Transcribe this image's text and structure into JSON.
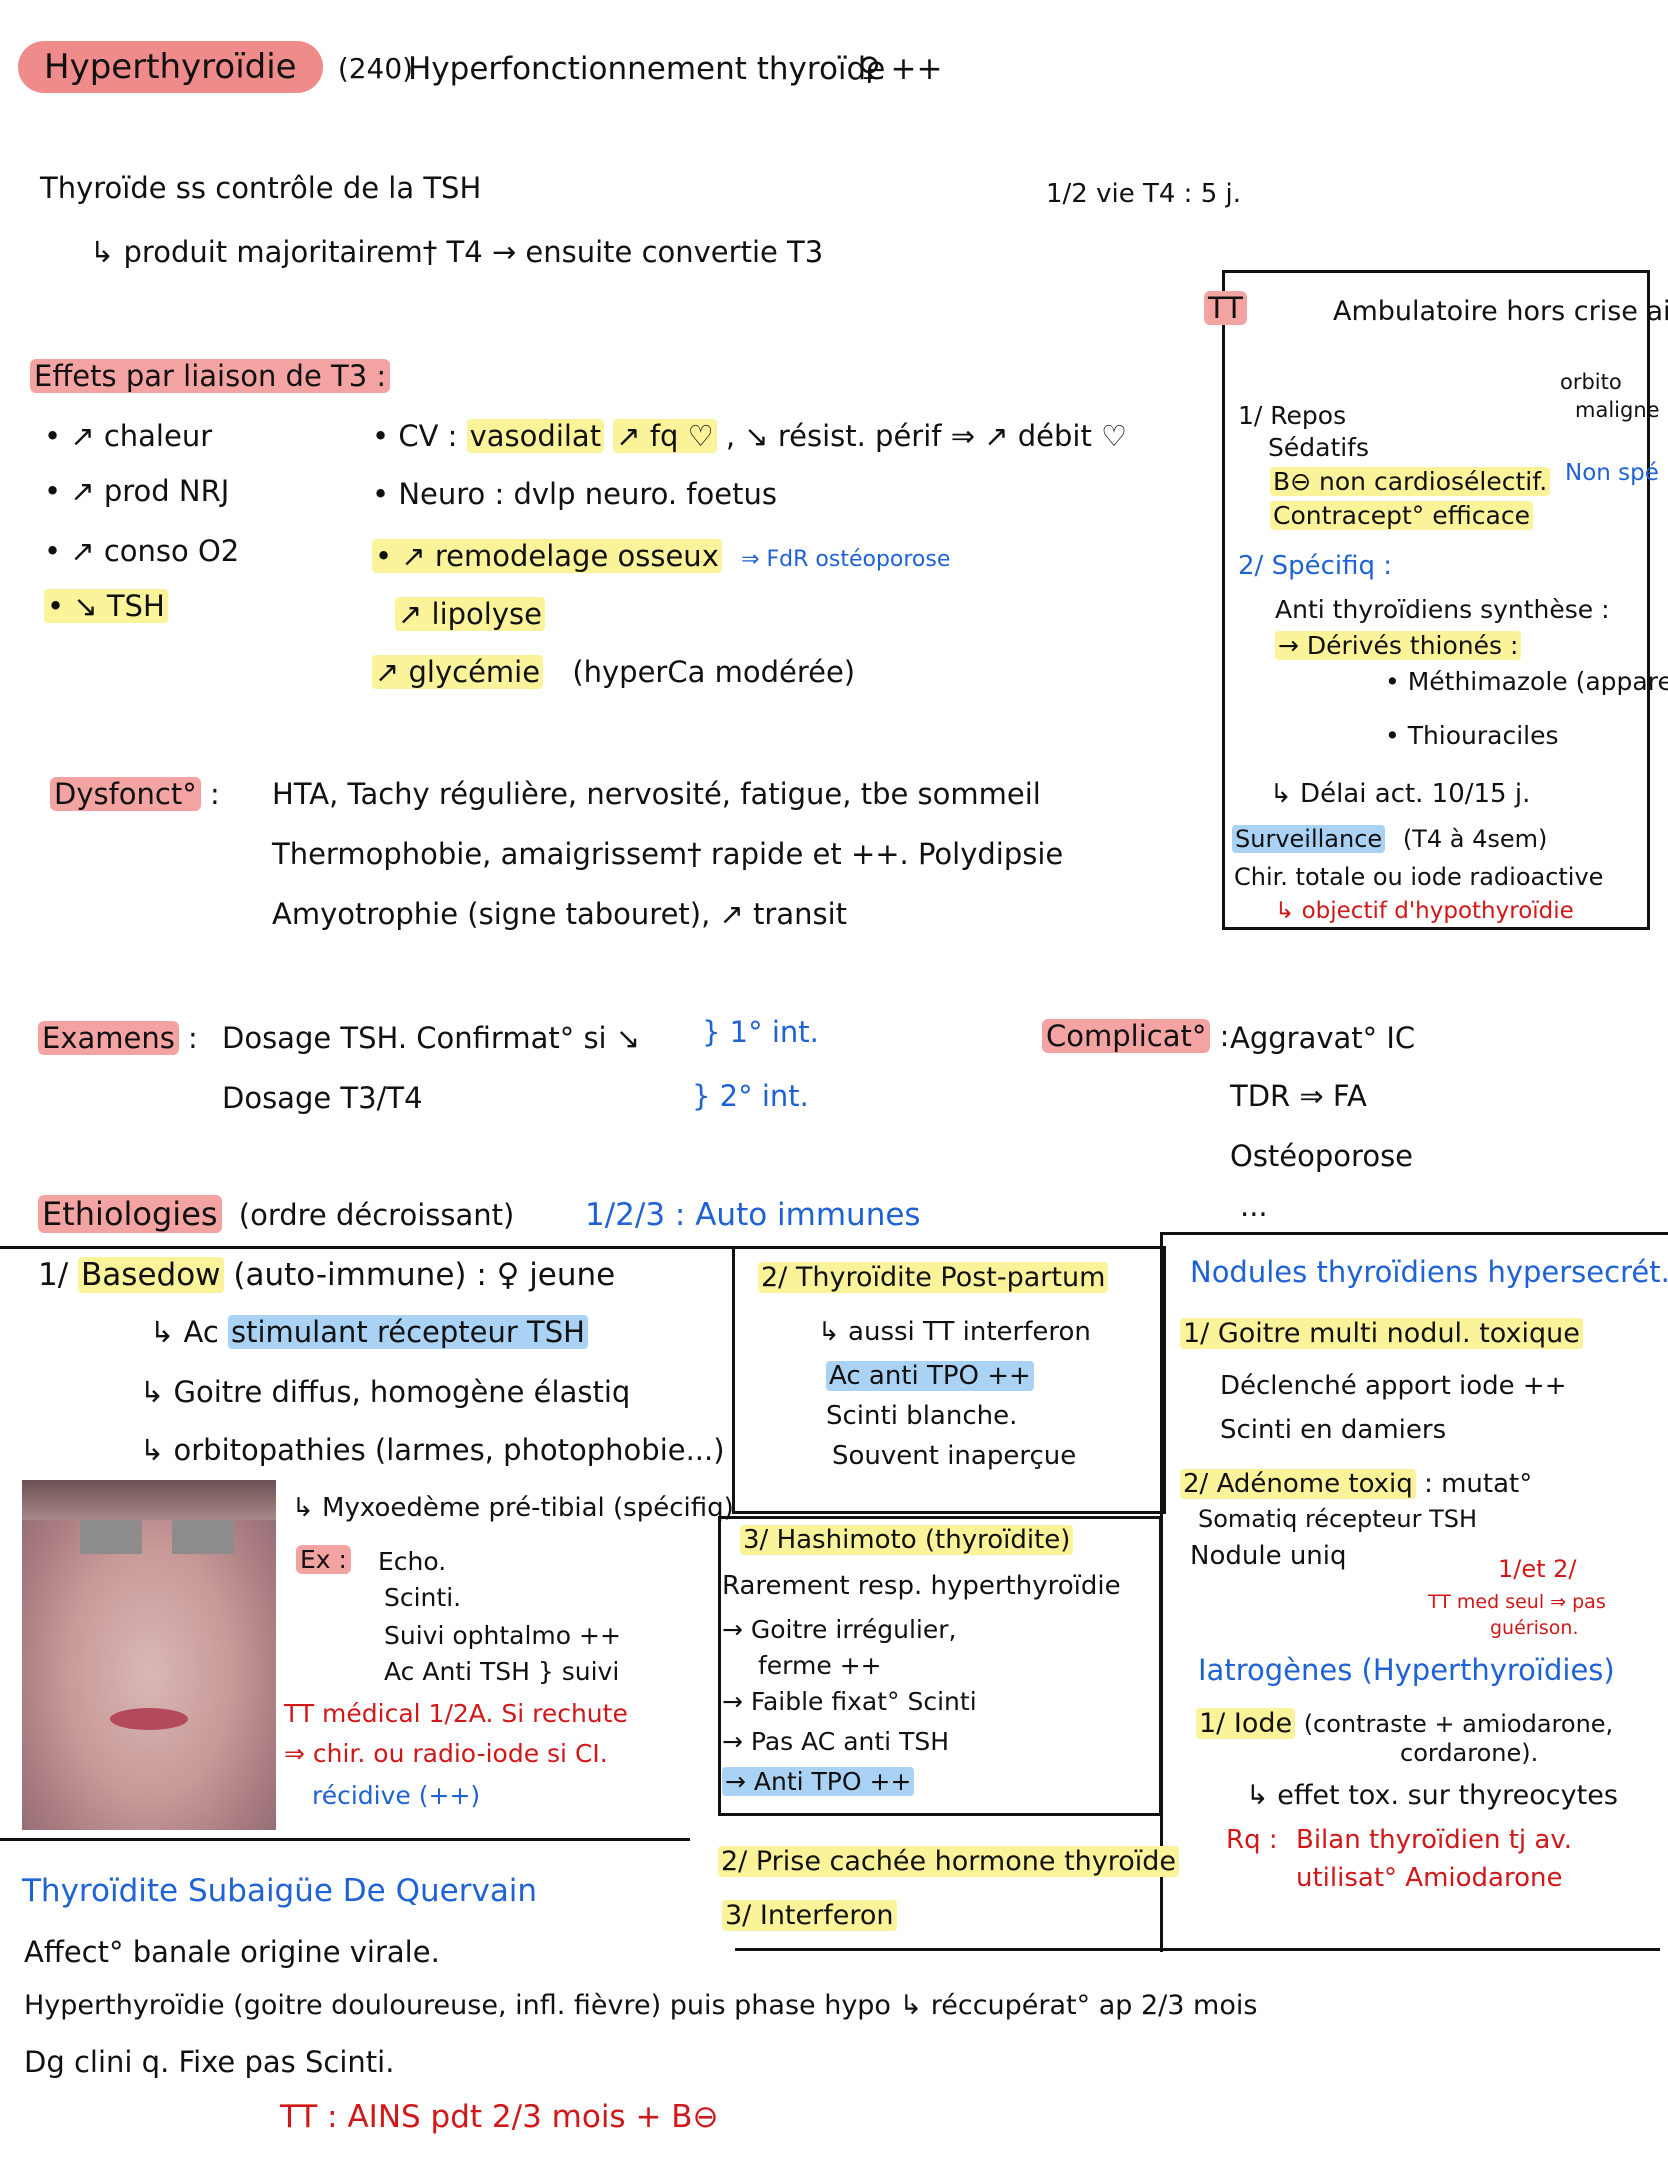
{
  "header": {
    "title": "Hyperthyroïdie",
    "item_number": "(240)",
    "subtitle": "Hyperfonctionnement thyroïde",
    "sex_ratio": "♀ ++"
  },
  "intro": {
    "line1": "Thyroïde ss contrôle de la TSH",
    "line2": "↳ produit majoritairem† T4 → ensuite convertie T3",
    "half_life": "1/2 vie T4 : 5 j."
  },
  "treatment_box": {
    "tag": "TT",
    "title": "Ambulatoire hors crise aiguë",
    "side_note_1": "orbito",
    "side_note_2": "maligne",
    "step1": [
      "1/ Repos",
      "Sédatifs",
      "B⊖ non cardiosélectif.",
      "Contracept° efficace"
    ],
    "step1_note": "Non spé",
    "step2_title": "2/ Spécifiq :",
    "step2_lines": [
      "Anti thyroïdiens synthèse :",
      "→ Dérivés thionés :",
      "• Méthimazole (apparentés)",
      "• Thiouraciles"
    ],
    "delay": "↳ Délai act. 10/15 j.",
    "surveillance_tag": "Surveillance",
    "surveillance_text": "(T4 à 4sem)",
    "chir": "Chir. totale ou iode radioactive",
    "objective": "↳ objectif d'hypothyroïdie"
  },
  "effects": {
    "title": "Effets par liaison de T3 :",
    "left": [
      "• ↗ chaleur",
      "• ↗ prod NRJ",
      "• ↗ conso O2",
      "• ↘ TSH"
    ],
    "cv_label": "• CV :",
    "cv_hl": "vasodilat",
    "cv_fq": "↗ fq ♡",
    "cv_rest": ", ↘ résist. périf ⇒ ↗ débit ♡",
    "neuro": "• Neuro : dvlp neuro. foetus",
    "bone_hl": "• ↗ remodelage osseux",
    "bone_note": "⇒ FdR ostéoporose",
    "lipo": "↗ lipolyse",
    "gly_hl": "↗ glycémie",
    "gly_rest": "(hyperCa modérée)"
  },
  "dysfonct": {
    "label": "Dysfonct°",
    "lines": [
      "HTA, Tachy régulière, nervosité, fatigue, tbe sommeil",
      "Thermophobie, amaigrissem† rapide et ++. Polydipsie",
      "Amyotrophie (signe tabouret), ↗ transit"
    ]
  },
  "examens": {
    "label": "Examens",
    "line1": "Dosage TSH. Confirmat° si ↘",
    "line2": "Dosage T3/T4",
    "note1": "} 1° int.",
    "note2": "} 2° int."
  },
  "complications": {
    "label": "Complicat°",
    "items": [
      "Aggravat° IC",
      "TDR ⇒ FA",
      "Ostéoporose",
      "..."
    ]
  },
  "etiologies": {
    "title": "Ethiologies",
    "order": "(ordre décroissant)",
    "auto": "1/2/3 : Auto immunes"
  },
  "basedow": {
    "title_num": "1/",
    "title_hl": "Basedow",
    "title_rest": "(auto-immune) : ♀ jeune",
    "ac_pre": "↳ Ac",
    "ac_hl": "stimulant récepteur TSH",
    "goitre": "↳ Goitre diffus, homogène élastiq",
    "orbito": "↳ orbitopathies (larmes, photophobie...)",
    "myx": "↳ Myxoedème pré-tibial (spécifiq)",
    "ex_label": "Ex :",
    "ex_items": [
      "Echo.",
      "Scinti.",
      "Suivi ophtalmo ++",
      "Ac Anti TSH } suivi"
    ],
    "tt_red1": "TT médical 1/2A. Si rechute",
    "tt_red2": "⇒ chir. ou radio-iode si CI.",
    "recidive": "récidive (++)"
  },
  "postpartum": {
    "title": "2/ Thyroïdite Post-partum",
    "lines": [
      "↳ aussi TT interferon",
      "Ac anti TPO ++",
      "Scinti blanche.",
      "Souvent inaperçue"
    ]
  },
  "hashimoto": {
    "title": "3/ Hashimoto (thyroïdite)",
    "lines": [
      "Rarement resp. hyperthyroïdie",
      "→ Goitre irrégulier,",
      "ferme ++",
      "→ Faible fixat° Scinti",
      "→ Pas AC anti TSH",
      "→ Anti TPO ++"
    ]
  },
  "nodules": {
    "title": "Nodules thyroïdiens hypersecrét.",
    "g1_hl": "1/ Goitre multi nodul. toxique",
    "g1_lines": [
      "Déclenché apport iode ++",
      "Scinti en damiers"
    ],
    "g2_hl": "2/ Adénome toxiq",
    "g2_rest": ": mutat°",
    "g2_lines": [
      "Somatiq récepteur TSH",
      "Nodule uniq"
    ],
    "red_note1": "1/et 2/",
    "red_note2": "TT med seul ⇒ pas",
    "red_note3": "guérison."
  },
  "iatrogenes": {
    "title": "Iatrogènes (Hyperthyroïdies)",
    "i1_hl": "1/ Iode",
    "i1_rest": "(contraste + amiodarone,",
    "i1_rest2": "cordarone).",
    "effect": "↳ effet tox. sur thyreocytes",
    "rq": "Rq :",
    "rq_line1": "Bilan thyroïdien tj av.",
    "rq_line2": "utilisat° Amiodarone",
    "i2": "2/ Prise cachée hormone thyroïde",
    "i3": "3/ Interferon"
  },
  "dequervain": {
    "title": "Thyroïdite Subaigüe De Quervain",
    "lines": [
      "Affect° banale origine virale.",
      "Hyperthyroïdie (goitre douloureuse, infl. fièvre) puis phase hypo ↳ réccupérat° ap 2/3 mois",
      "Dg clini q. Fixe pas Scinti."
    ],
    "tt": "TT : AINS pdt 2/3 mois + B⊖"
  },
  "colors": {
    "yellow_highlight": "#fbf39a",
    "blue_highlight": "#a9d2f5",
    "red_highlight": "#f4a3a3",
    "blue_ink": "#1f62d6",
    "red_ink": "#d01818"
  }
}
